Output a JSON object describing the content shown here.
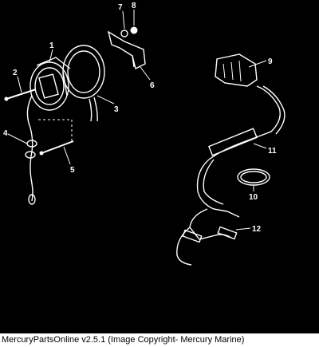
{
  "footer": {
    "caption": "MercuryPartsOnline v2.5.1 (Image Copyright- Mercury Marine)"
  },
  "callouts": {
    "c1": "1",
    "c2": "2",
    "c3": "3",
    "c4": "4",
    "c5": "5",
    "c6": "6",
    "c7": "7",
    "c8": "8",
    "c9": "9",
    "c10": "10",
    "c11": "11",
    "c12": "12"
  }
}
